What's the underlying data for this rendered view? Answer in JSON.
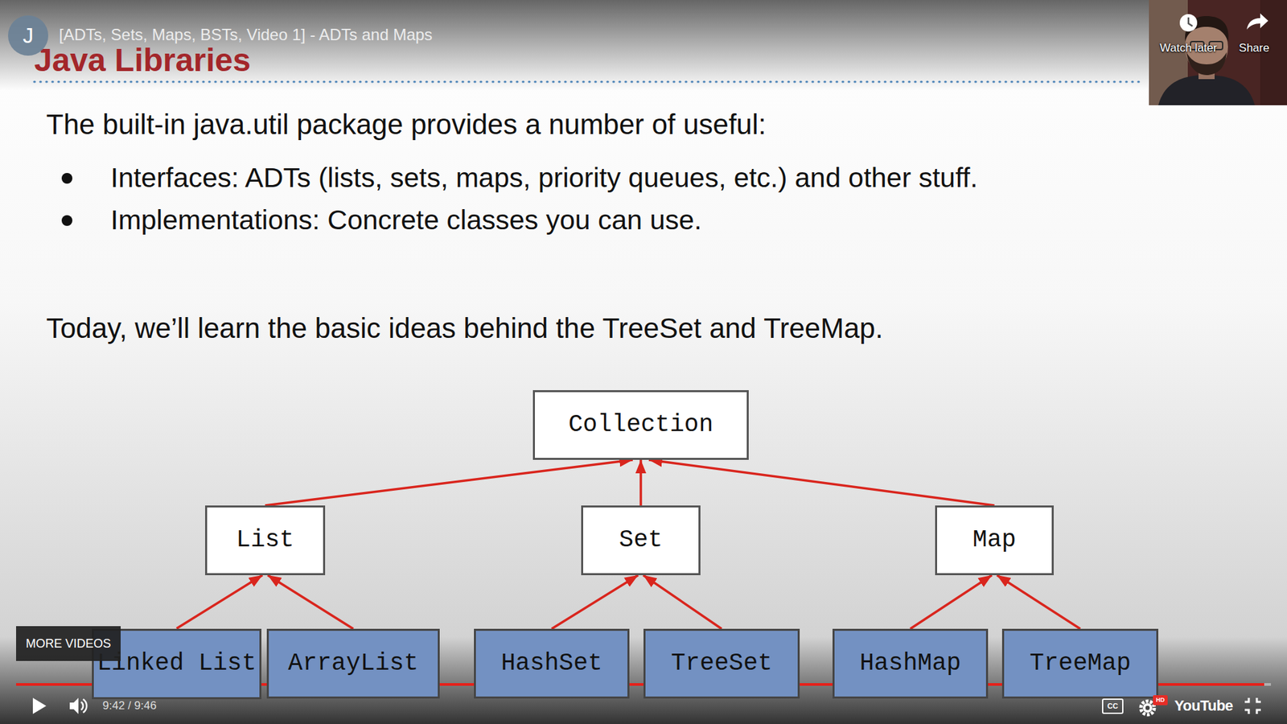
{
  "diagram": {
    "title": "Java Libraries",
    "nodes": [
      {
        "text": [
          "J"
        ]
      },
      {
        "text": [
          "Collection"
        ]
      },
      {
        "text": [
          "List"
        ]
      },
      {
        "text": [
          "Set"
        ]
      },
      {
        "text": [
          "Map"
        ]
      },
      {
        "text": [
          "MORE VIDEOS"
        ]
      },
      {
        "text": [
          "Linked List"
        ]
      },
      {
        "text": [
          "ArrayList"
        ]
      },
      {
        "text": [
          "HashSet"
        ]
      },
      {
        "text": [
          "TreeSet"
        ]
      },
      {
        "text": [
          "HashMap"
        ]
      },
      {
        "text": [
          "TreeMap"
        ]
      },
      {
        "text": [
          "CC"
        ]
      },
      {
        "text": [
          "HD"
        ]
      }
    ],
    "edges": [
      {
        "from": 2,
        "to": 1,
        "arrow": "to"
      },
      {
        "from": 3,
        "to": 1,
        "arrow": "to"
      },
      {
        "from": 4,
        "to": 1,
        "arrow": "to"
      },
      {
        "from": 6,
        "to": 2,
        "arrow": "to"
      },
      {
        "from": 7,
        "to": 2,
        "arrow": "to"
      },
      {
        "from": 8,
        "to": 3,
        "arrow": "to"
      },
      {
        "from": 9,
        "to": 3,
        "arrow": "to"
      },
      {
        "from": 10,
        "to": 4,
        "arrow": "to"
      },
      {
        "from": 11,
        "to": 4,
        "arrow": "to"
      }
    ],
    "labels": [
      "[ADTs, Sets, Maps, BSTs, Video 1] - ADTs and Maps",
      "Watch later",
      "Share",
      "The built-in java.util package provides a number of useful:",
      "Interfaces: ADTs (lists, sets, maps, priority queues, etc.) and other stuff.",
      "Implementations: Concrete classes you can use.",
      "Today, we’ll learn the basic ideas behind the TreeSet and TreeMap.",
      "9:42 / 9:46",
      "YouTube"
    ]
  }
}
